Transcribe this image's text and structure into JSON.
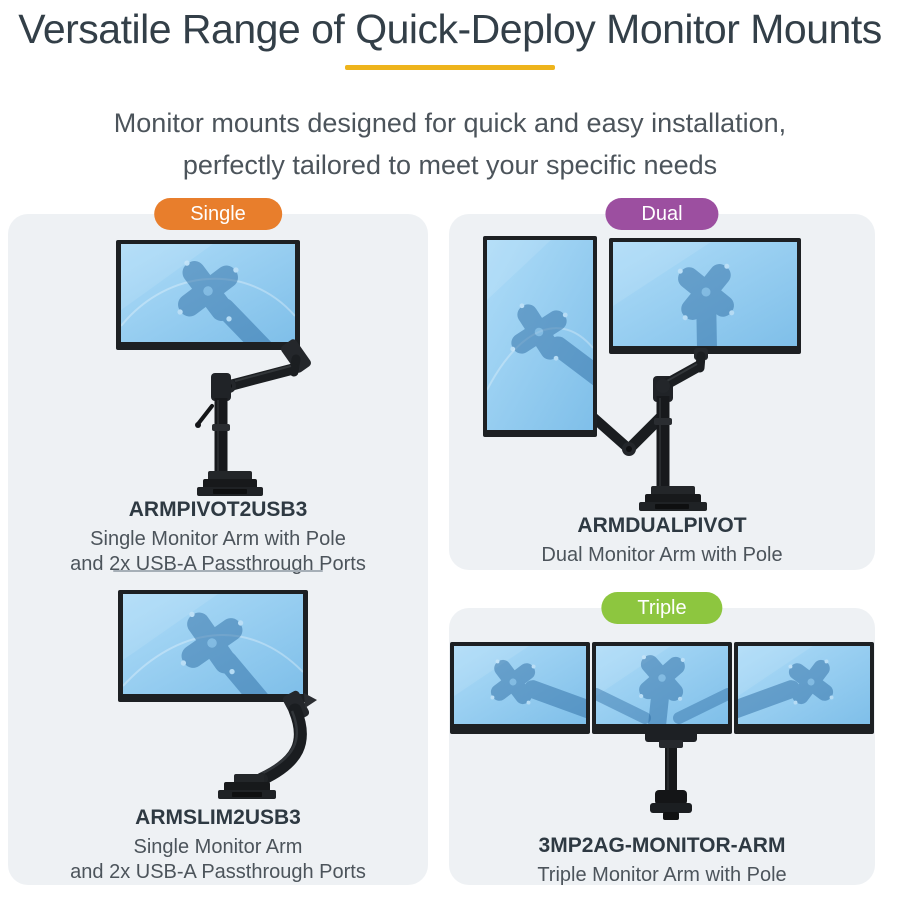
{
  "header": {
    "title": "Versatile Range of Quick-Deploy Monitor Mounts",
    "subtitle_line1": "Monitor mounts designed for quick and easy installation,",
    "subtitle_line2": "perfectly tailored to meet your specific needs"
  },
  "badges": {
    "single": "Single",
    "dual": "Dual",
    "triple": "Triple"
  },
  "products": {
    "armpivot": {
      "sku": "ARMPIVOT2USB3",
      "line1": "Single Monitor Arm with Pole",
      "line2": "and 2x USB-A Passthrough Ports"
    },
    "armdual": {
      "sku": "ARMDUALPIVOT",
      "line1": "Dual Monitor Arm with Pole"
    },
    "armslim": {
      "sku": "ARMSLIM2USB3",
      "line1": "Single Monitor Arm",
      "line2": "and 2x USB-A Passthrough Ports"
    },
    "triplearm": {
      "sku": "3MP2AG-MONITOR-ARM",
      "line1": "Triple Monitor Arm with Pole"
    }
  },
  "colors": {
    "title_text": "#333F48",
    "body_text": "#4C545B",
    "divider_yellow": "#EEB41C",
    "card_bg": "#EEF1F4",
    "badge_single_orange": "#E87E2C",
    "badge_dual_purple": "#9C4FA0",
    "badge_triple_green": "#8DC63F",
    "screen_blue_light": "#AEDCF8",
    "screen_blue_dark": "#7FBFE9",
    "mount_black": "#1B1E21",
    "vesa_ghost_blue": "#2E6DA4",
    "inner_divider_gray": "#A6AFB7"
  }
}
